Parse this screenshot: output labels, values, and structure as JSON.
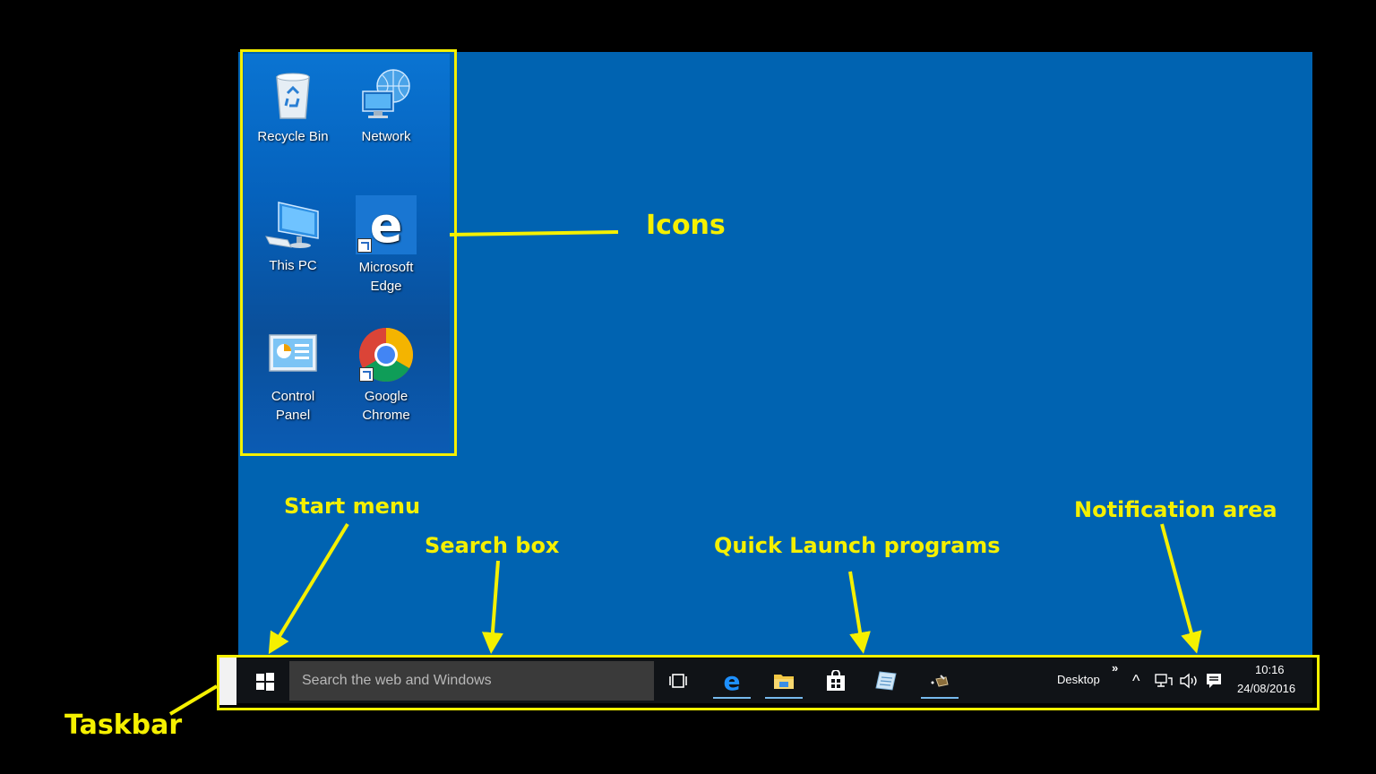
{
  "desktop_icons": [
    {
      "label": "Recycle Bin",
      "icon": "recycle-bin-icon"
    },
    {
      "label": "Network",
      "icon": "network-icon"
    },
    {
      "label": "This PC",
      "icon": "this-pc-icon"
    },
    {
      "label": "Microsoft Edge",
      "icon": "edge-icon",
      "shortcut": true
    },
    {
      "label": "Control Panel",
      "icon": "control-panel-icon"
    },
    {
      "label": "Google Chrome",
      "icon": "chrome-icon",
      "shortcut": true
    }
  ],
  "annotations": {
    "icons": "Icons",
    "start_menu": "Start menu",
    "search_box": "Search box",
    "quick_launch": "Quick Launch programs",
    "notification_area": "Notification area",
    "taskbar": "Taskbar"
  },
  "taskbar": {
    "search_placeholder": "Search the web and Windows",
    "pinned": [
      "task-view-icon",
      "edge-icon",
      "file-explorer-icon",
      "store-icon",
      "notepad-icon",
      "app-icon"
    ],
    "toolbar_label": "Desktop",
    "toolbar_chevron": "»",
    "tray_chevron": "^",
    "time": "10:16",
    "date": "24/08/2016"
  },
  "colors": {
    "desktop": "#0063b1",
    "highlight": "#f5f000",
    "taskbar": "#101317"
  }
}
